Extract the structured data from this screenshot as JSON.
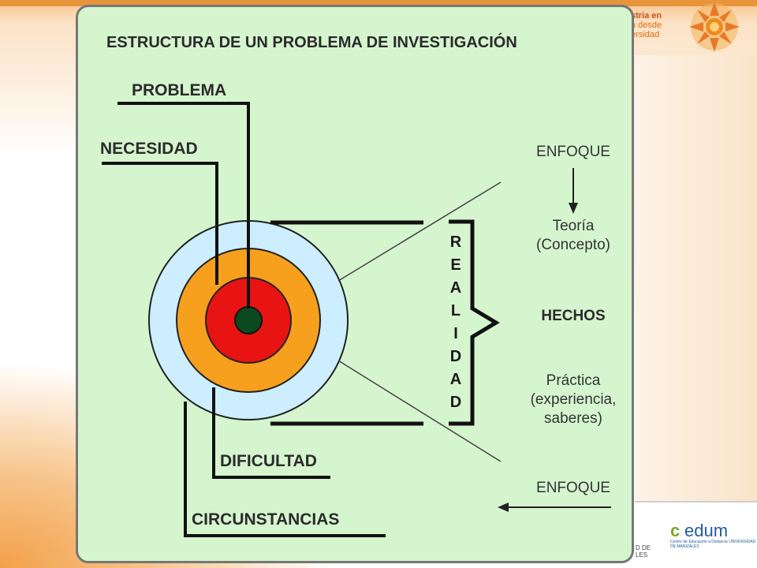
{
  "header": {
    "logo_line1": "stria en",
    "logo_line2": "n desde",
    "logo_line3": "ersidad"
  },
  "diagram": {
    "title": "ESTRUCTURA DE UN PROBLEMA DE INVESTIGACIÓN",
    "labels": {
      "problema": "PROBLEMA",
      "necesidad": "NECESIDAD",
      "dificultad": "DIFICULTAD",
      "circunstancias": "CIRCUNSTANCIAS"
    },
    "realidad_letters": [
      "R",
      "E",
      "A",
      "L",
      "I",
      "D",
      "A",
      "D"
    ],
    "right": {
      "enfoque_top": "ENFOQUE",
      "teoria": "Teoría",
      "concepto": "(Concepto)",
      "hechos": "HECHOS",
      "practica": "Práctica",
      "experiencia": "(experiencia,",
      "saberes": "saberes)",
      "enfoque_bottom": "ENFOQUE"
    },
    "colors": {
      "background": "#d5f5cf",
      "outer_ring": "#cceeff",
      "middle_ring": "#f7a01e",
      "inner_ring": "#e81414",
      "core": "#0b4a1e"
    }
  },
  "footer": {
    "left_text_1": "D DE",
    "left_text_2": "LES",
    "cedum_c": "c",
    "cedum_rest": "edum",
    "cedum_sub": "Centro de Educación a Distancia UNIVERSIDAD DE MANIZALES"
  }
}
